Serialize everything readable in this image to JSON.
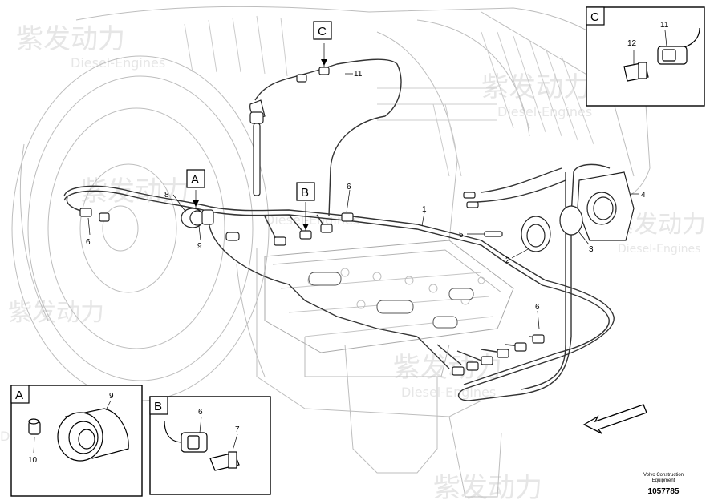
{
  "diagram": {
    "callouts": {
      "n1": "1",
      "n2": "2",
      "n3": "3",
      "n4": "4",
      "n5": "5",
      "n6a": "6",
      "n6b": "6",
      "n6c": "6",
      "n7": "7",
      "n8": "8",
      "n9a": "9",
      "n9b": "9",
      "n10": "10",
      "n11a": "11",
      "n11b": "11",
      "n12": "12"
    },
    "detail_tags": {
      "a_main": "A",
      "b_main": "B",
      "c_main": "C",
      "a_box": "A",
      "b_box": "B",
      "c_box": "C"
    },
    "watermark": {
      "cn": "紫发动力",
      "en": "Diesel-Engines"
    },
    "footer": {
      "brand_line1": "Volvo Construction",
      "brand_line2": "Equipment",
      "ref_number": "1057785"
    }
  }
}
